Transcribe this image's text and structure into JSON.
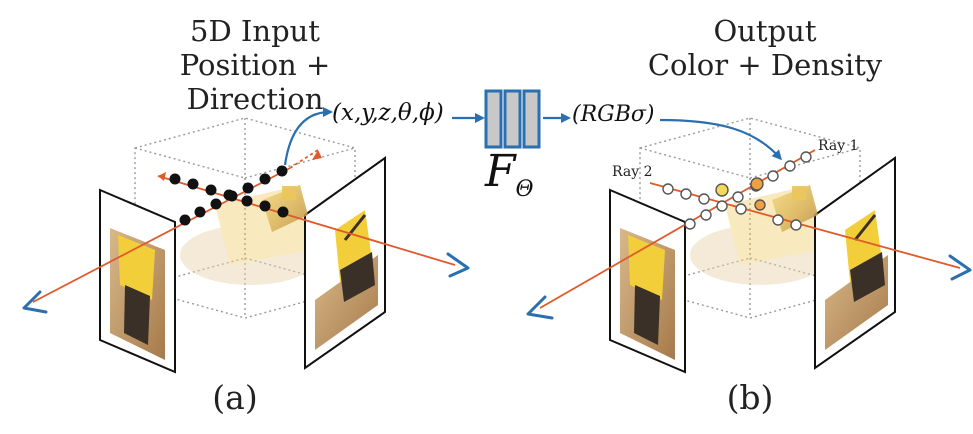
{
  "left_panel": {
    "title_line1": "5D Input",
    "title_line2": "Position + Direction",
    "sublabel": "(a)"
  },
  "right_panel": {
    "title_line1": "Output",
    "title_line2": "Color + Density",
    "sublabel": "(b)",
    "ray1_label": "Ray 1",
    "ray2_label": "Ray 2"
  },
  "network": {
    "input_label": "(x,y,z,θ,ϕ)",
    "function_label": "F",
    "function_subscript": "Θ",
    "output_label": "(RGBσ)"
  },
  "colors": {
    "arrow_blue": "#2a6fb0",
    "ray_orange": "#e05a2b",
    "network_fill": "#c8c8c8",
    "network_stroke": "#2a6fb0",
    "sample_black": "#111111",
    "sample_yellow": "#f3d85a",
    "sample_orange": "#f0a040",
    "box_dotted": "#9a9a9a"
  }
}
